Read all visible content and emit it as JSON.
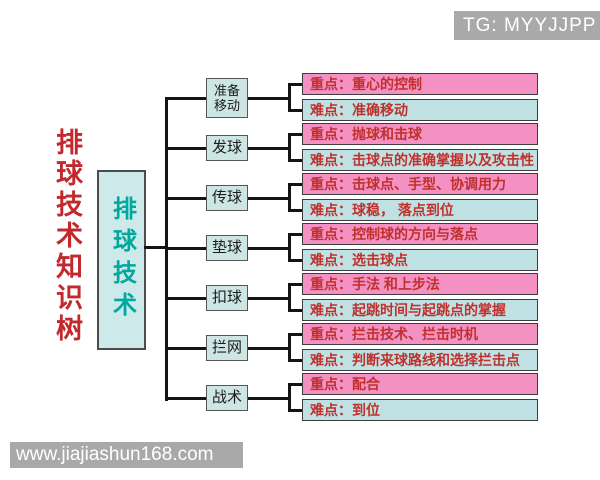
{
  "watermarks": {
    "top_right": "TG: MYYJJPP",
    "bottom_left": "www.jiajiashun168.com"
  },
  "title": "排球技术知识树",
  "root_label": "排球技术",
  "branches": [
    {
      "label": "准备移动",
      "key": "重点：重心的控制",
      "difficulty": "难点：准确移动"
    },
    {
      "label": "发球",
      "key": "重点：抛球和击球",
      "difficulty": "难点：击球点的准确掌握以及攻击性"
    },
    {
      "label": "传球",
      "key": "重点：击球点、手型、协调用力",
      "difficulty": "难点：球稳， 落点到位"
    },
    {
      "label": "垫球",
      "key": "重点：控制球的方向与落点",
      "difficulty": "难点：选击球点"
    },
    {
      "label": "扣球",
      "key": "重点：手法 和上步法",
      "difficulty": "难点：起跳时间与起跳点的掌握"
    },
    {
      "label": "拦网",
      "key": "重点：拦击技术、拦击时机",
      "difficulty": "难点：判断来球路线和选择拦击点"
    },
    {
      "label": "战术",
      "key": "重点：配合",
      "difficulty": "难点：到位"
    }
  ],
  "colors": {
    "key_fill": "#f391c3",
    "difficulty_fill": "#bfe1e3",
    "node_fill": "#cde6e3",
    "root_fill": "#cde9ea",
    "title_red": "#c2282c",
    "leaf_red": "#c0302c",
    "root_text": "#00a99d",
    "line_color": "#141414",
    "watermark_bg": "#a9a9a9"
  }
}
